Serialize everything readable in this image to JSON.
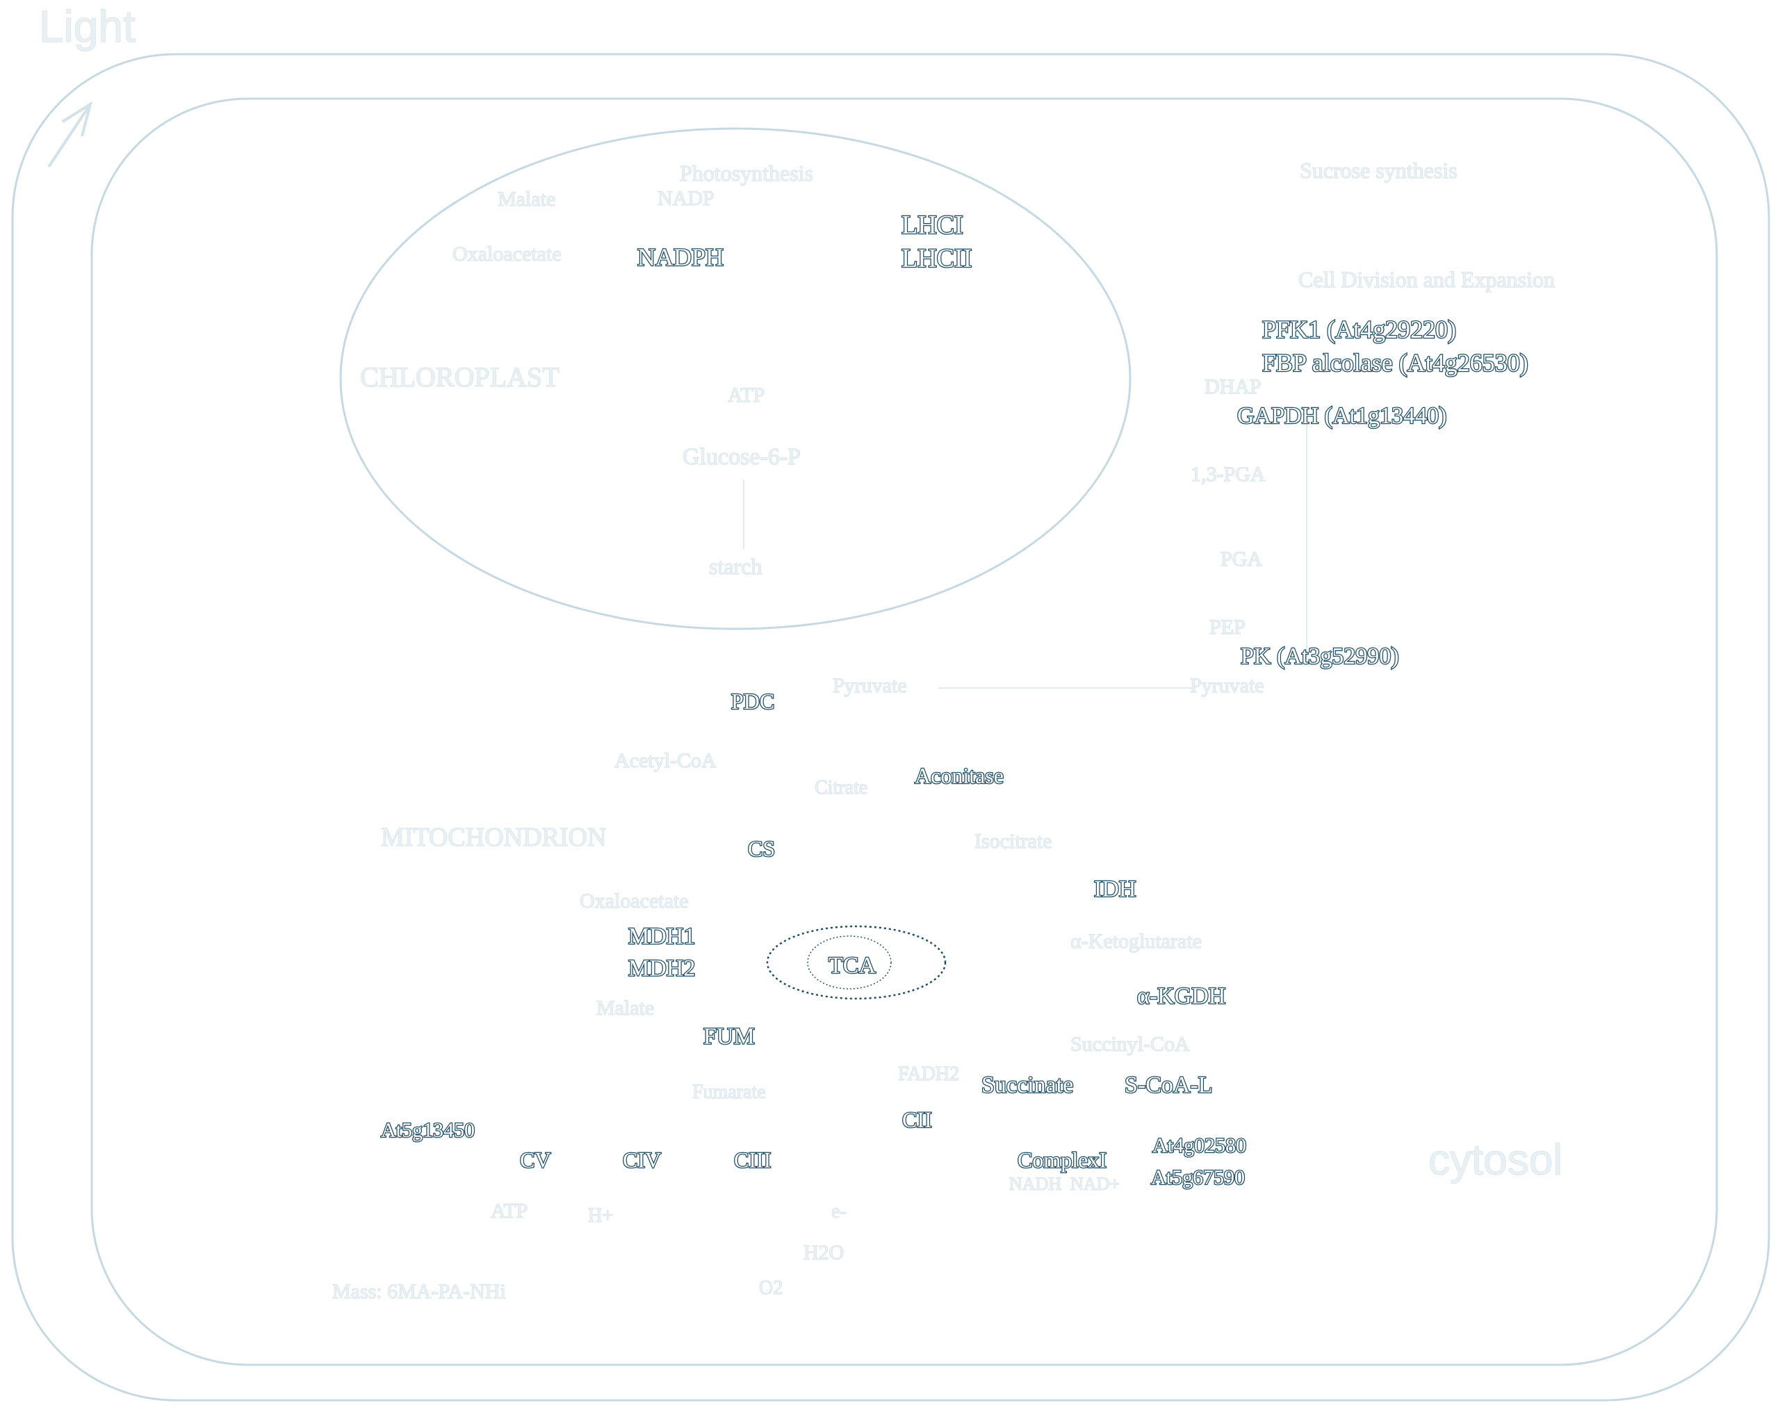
{
  "title": "Light",
  "colors": {
    "background": "#ffffff",
    "outline_faint": "#c6d9e3",
    "label_faint": "#e9f0f4",
    "label_dark_outline": "#1f4f68"
  },
  "compartments": {
    "chloroplast": "CHLOROPLAST",
    "mitochondrion": "MITOCHONDRION",
    "cytosol": "cytosol"
  },
  "chloroplast_labels": {
    "photosynthesis": "Photosynthesis",
    "nadp": "NADP",
    "malate": "Malate",
    "oxaloacetate": "Oxaloacetate",
    "nadph": "NADPH",
    "atp": "ATP",
    "glucose6p": "Glucose-6-P",
    "starch": "starch",
    "lhci": "LHCI",
    "lhcii": "LHCII"
  },
  "cytosol_labels": {
    "sucrose_synthesis": "Sucrose synthesis",
    "cell_division": "Cell Division and Expansion",
    "dhap": "DHAP",
    "pfk1": "PFK1 (At4g29220)",
    "fbp": "FBP alcolase (At4g26530)",
    "gapdh": "GAPDH (At1g13440)",
    "pga13": "1,3-PGA",
    "pga": "PGA",
    "pep": "PEP",
    "pk": "PK (At3g52990)",
    "pyruvate": "Pyruvate"
  },
  "mito_labels": {
    "pyruvate_m": "Pyruvate",
    "pdc": "PDC",
    "acetyl_coa": "Acetyl-CoA",
    "citrate": "Citrate",
    "aconitase": "Aconitase",
    "cs": "CS",
    "isocitrate": "Isocitrate",
    "idh": "IDH",
    "oxaloacetate_m": "Oxaloacetate",
    "mdh1": "MDH1",
    "mdh2": "MDH2",
    "tca": "TCA",
    "akg": "α-Ketoglutarate",
    "akgdh": "α-KGDH",
    "malate_m": "Malate",
    "fum": "FUM",
    "fumarate": "Fumarate",
    "succinyl_coa": "Succinyl-CoA",
    "fadh2": "FADH2",
    "succinate": "Succinate",
    "scoal": "S-CoA-L",
    "cii": "CII",
    "at5g13450": "At5g13450",
    "cv": "CV",
    "civ": "CIV",
    "ciii": "CIII",
    "complex1": "ComplexI",
    "at4g02580": "At4g02580",
    "at5g67590": "At5g67590",
    "atp_m": "ATP",
    "h_plus": "H+",
    "nadh": "NADH",
    "e_minus": "e-",
    "water": "H2O",
    "nad": "NAD+",
    "oxygen": "O2",
    "marker": "Mass: 6MA-PA-NHi"
  }
}
